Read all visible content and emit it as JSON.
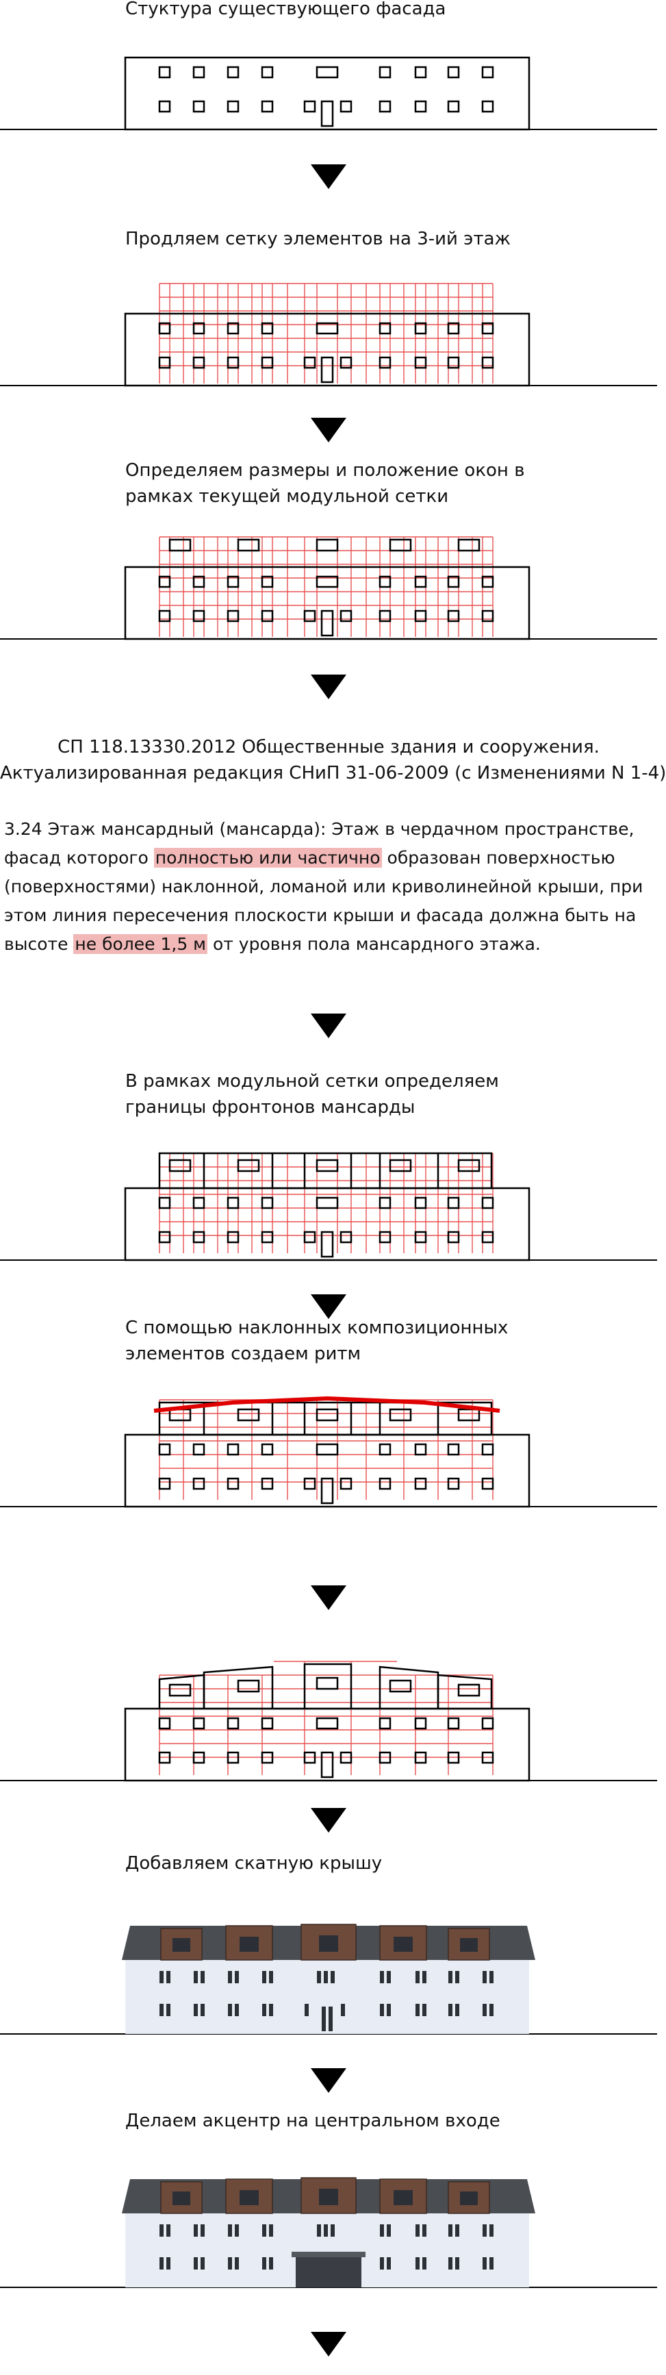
{
  "steps": {
    "s1": "Стуктура существующего фасада",
    "s2": "Продляем сетку элементов на 3-ий этаж",
    "s3_l1": "Определяем размеры и положение окон в",
    "s3_l2": "рамках текущей модульной сетки",
    "norm_l1": "СП 118.13330.2012 Общественные здания и сооружения.",
    "norm_l2": "Актуализированная редакция СНиП 31-06-2009 (с Изменениями N 1-4)",
    "def_a": "3.24 Этаж мансардный (мансарда): Этаж в чердачном пространстве, фасад которого ",
    "def_hl1": "полностью или частично",
    "def_b": " образован поверхностью (поверхностями) наклонной, ломаной или криволинейной крыши, при этом линия пересечения плоскости крыши и фасада должна быть на высоте ",
    "def_hl2": "не более 1,5 м",
    "def_c": " от уровня пола мансардного этажа.",
    "s4_l1": "В рамках модульной сетки определяем",
    "s4_l2": "границы фронтонов мансарды",
    "s5_l1": "С помощью наклонных композиционных",
    "s5_l2": "элементов создаем ритм",
    "s6": "Добавляем скатную крышу",
    "s7": "Делаем акцентр на центральном входе"
  },
  "colors": {
    "grid": "#e85050",
    "accent": "#e00000",
    "outline": "#000000",
    "highlight": "#f2b8b8",
    "roof": "#4a4d52",
    "brick": "#6e4a3a",
    "facade": "#e8ecf5"
  }
}
